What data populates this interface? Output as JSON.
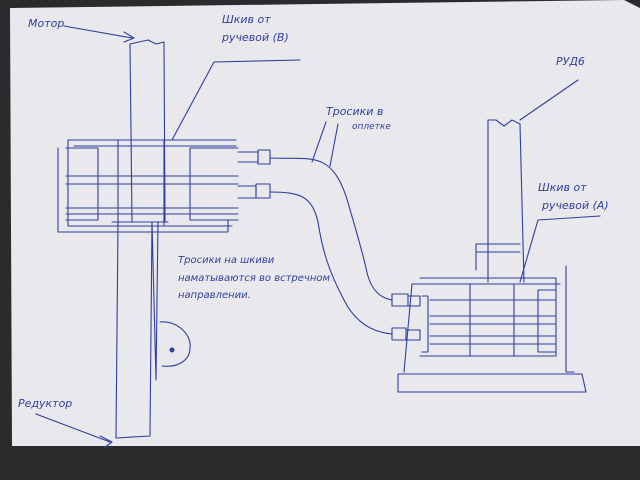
{
  "labels": {
    "motor": "Мотор",
    "pulley_b_line1": "Шкив от",
    "pulley_b_line2": "ручевой (B)",
    "rud": "РУД6",
    "cables_line1": "Тросики в",
    "cables_line2": "оплетке",
    "pulley_a_line1": "Шкив от",
    "pulley_a_line2": "ручевой (A)",
    "note": "Тросики на шкиви наматываются во встречном направлении.",
    "reducer": "Редуктор"
  },
  "colors": {
    "ink": "#2f3fa0",
    "paper": "#e9e8ec",
    "shadow": "#2b2a2c"
  }
}
